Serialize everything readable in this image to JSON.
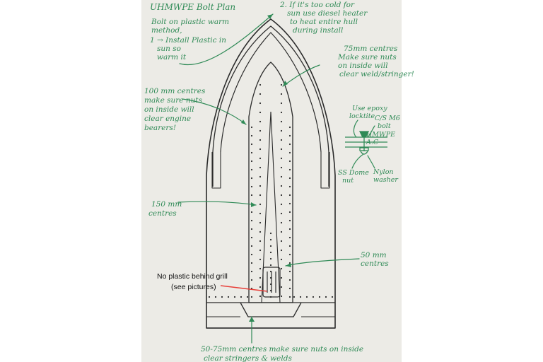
{
  "notes": {
    "title": "UHMWPE Bolt Plan",
    "intro": [
      "Bolt on plastic warm",
      "method,",
      "1 → Install Plastic in",
      "sun so",
      "warm it"
    ],
    "point2": [
      "2. If it's too cold for",
      "sun use diesel heater",
      "to heat entire hull",
      "during install"
    ],
    "bow": [
      "75mm centres",
      "Make sure nuts",
      "on inside will",
      "clear weld/stringer!"
    ],
    "engine": [
      "100 mm centres",
      "make sure nuts",
      "on inside will",
      "clear engine",
      "bearers!"
    ],
    "side": [
      "150 mm",
      "centres"
    ],
    "grill": [
      "50 mm",
      "centres"
    ],
    "bottom": [
      "50-75mm centres make sure nuts on inside",
      "clear stringers & welds"
    ]
  },
  "bolt_detail": {
    "epoxy": [
      "Use epoxy",
      "locktite"
    ],
    "bolt": [
      "C/S M6",
      "bolt"
    ],
    "uhmwpe": "UHMWPE",
    "ac": "A.C",
    "dome_nut": [
      "SS Dome",
      "nut"
    ],
    "washer": [
      "Nylon",
      "washer"
    ]
  },
  "annotation": {
    "line1": "No plastic behind grill",
    "line2": "(see pictures)",
    "arrow_color": "#e8403a"
  },
  "colors": {
    "ink": "#2f8a56",
    "pencil": "#2b2b2b",
    "paper": "#ecebe6"
  }
}
